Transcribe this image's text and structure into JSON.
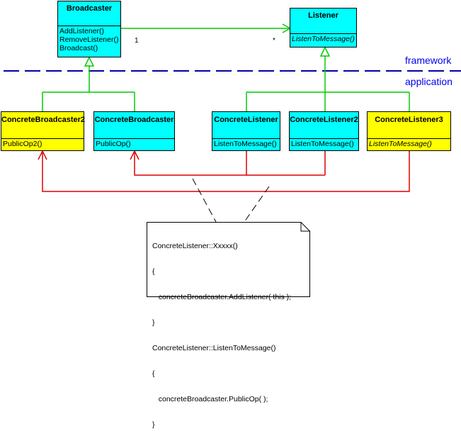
{
  "layers": {
    "upper": "framework",
    "lower": "application"
  },
  "classes": {
    "broadcaster": {
      "name": "Broadcaster",
      "ops": [
        "AddListener()",
        "RemoveListener()",
        "Broadcast()"
      ]
    },
    "listener": {
      "name": "Listener",
      "ops": [
        "ListenToMessage()"
      ]
    },
    "concrete_broadcaster2": {
      "name": "ConcreteBroadcaster2",
      "ops": [
        "PublicOp2()"
      ]
    },
    "concrete_broadcaster": {
      "name": "ConcreteBroadcaster",
      "ops": [
        "PublicOp()"
      ]
    },
    "concrete_listener": {
      "name": "ConcreteListener",
      "ops": [
        "ListenToMessage()"
      ]
    },
    "concrete_listener2": {
      "name": "ConcreteListener2",
      "ops": [
        "ListenToMessage()"
      ]
    },
    "concrete_listener3": {
      "name": "ConcreteListener3",
      "ops": [
        "ListenToMessage()"
      ]
    }
  },
  "association": {
    "source_multiplicity": "1",
    "target_multiplicity": "*"
  },
  "note": {
    "lines": [
      "ConcreteListener::Xxxxx()",
      "{",
      "   concreteBroadcaster.AddListener( this );",
      "}",
      "ConcreteListener::ListenToMessage()",
      "{",
      "   concreteBroadcaster.PublicOp( );",
      "}"
    ]
  },
  "colors": {
    "framework_class": "#00ffff",
    "application_broadcaster": "#ffff00",
    "inheritance_line": "#00cc00",
    "dependency_line": "#dd0000",
    "layer_divider": "#0000aa",
    "layer_text": "#0000ee"
  }
}
